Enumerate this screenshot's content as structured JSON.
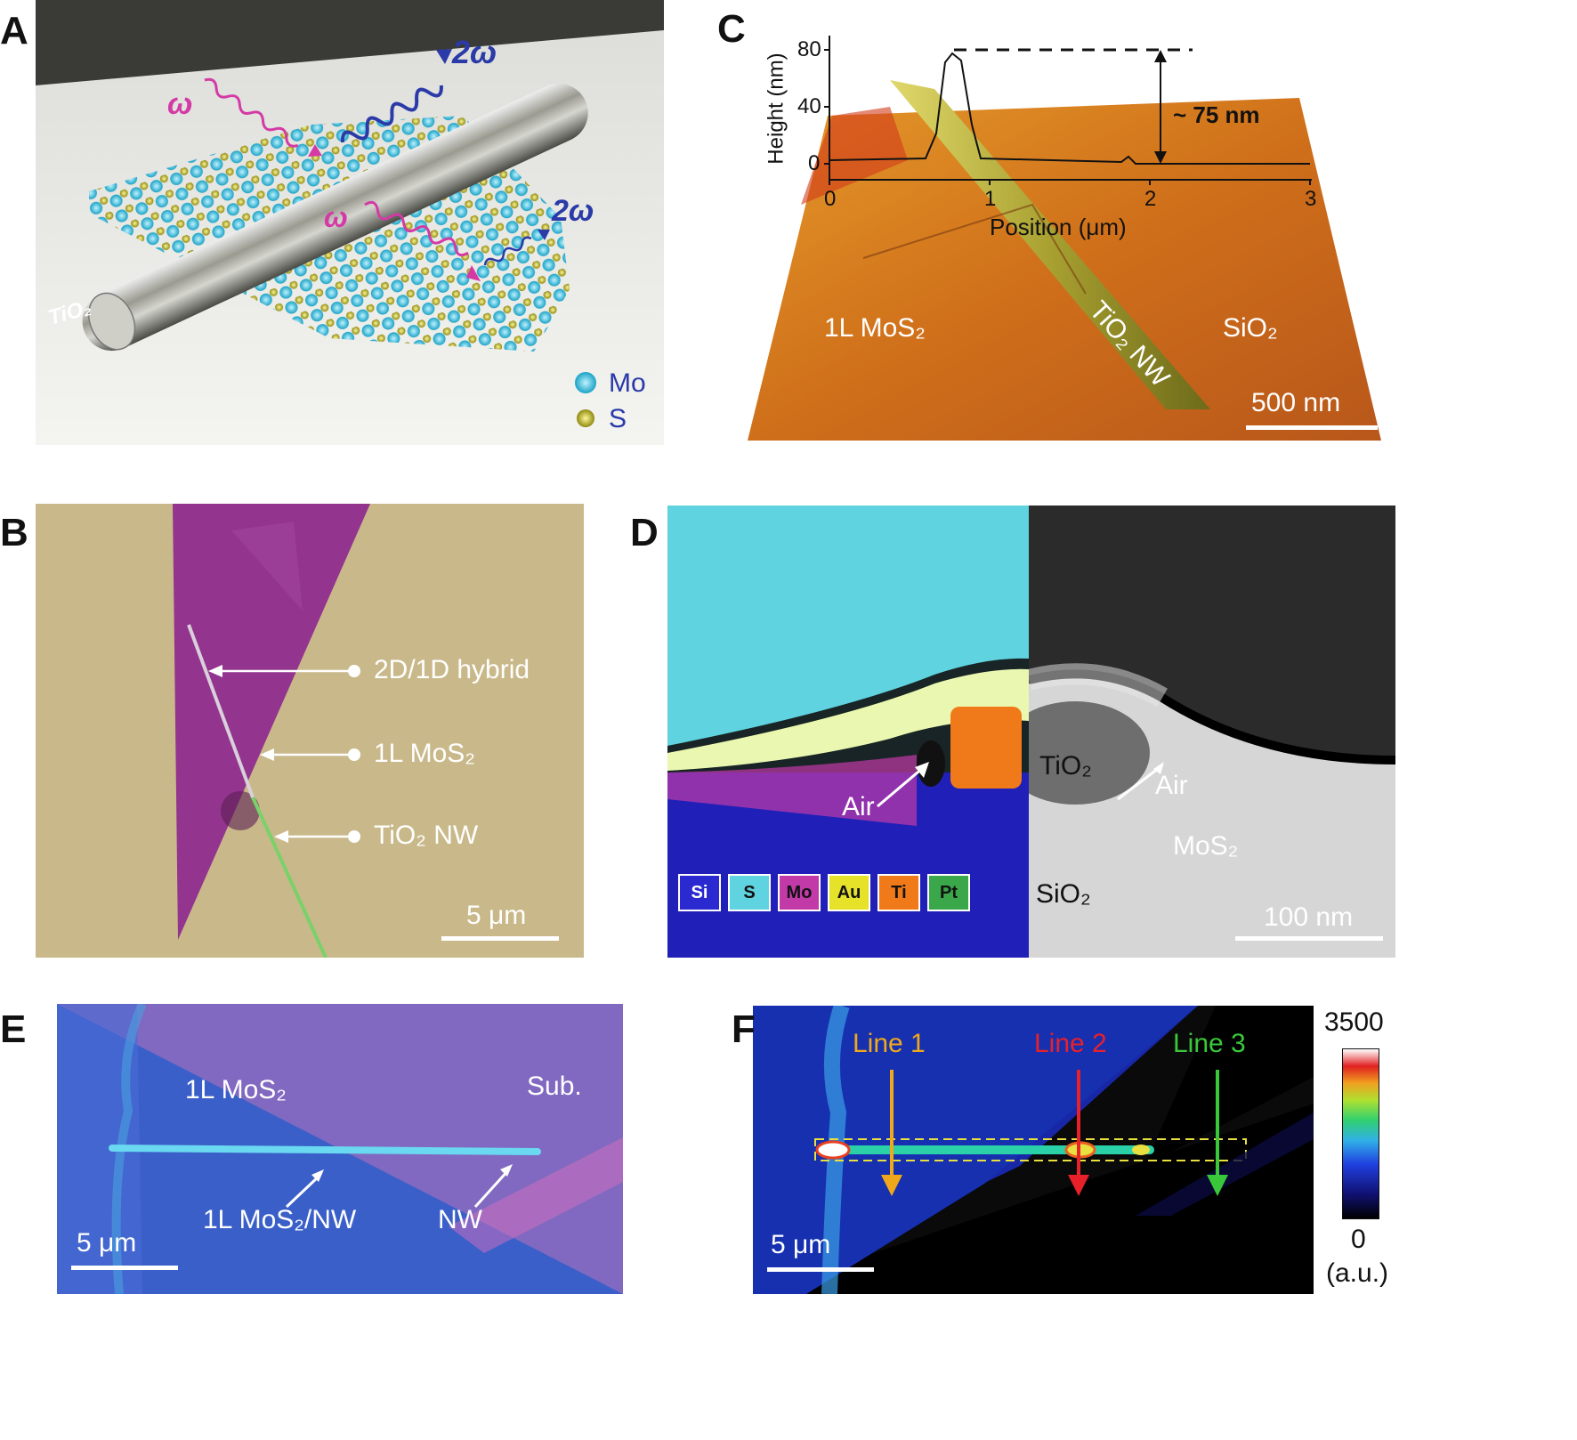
{
  "panels": {
    "a": {
      "letter": "A",
      "omega_in_1": "ω",
      "omega_out_1": "2ω",
      "omega_in_2": "ω",
      "omega_out_2": "2ω",
      "rod_label": "TiO₂",
      "legend_mo": "Mo",
      "legend_s": "S",
      "colors": {
        "mo": "#2bb5d6",
        "s": "#c9c02a",
        "in_wave": "#d43aa6",
        "out_wave": "#2a3aa8"
      }
    },
    "b": {
      "letter": "B",
      "label_hybrid": "2D/1D hybrid",
      "label_mos2": "1L MoS₂",
      "label_nw": "TiO₂ NW",
      "scale_bar": "5 μm",
      "colors": {
        "substrate": "#c9b98a",
        "flake": "#93348e",
        "wire": "#7ad16a"
      }
    },
    "c": {
      "letter": "C",
      "y_axis_label": "Height (nm)",
      "x_axis_label": "Position (μm)",
      "y_ticks": [
        "80",
        "40",
        "0"
      ],
      "x_ticks": [
        "0",
        "1",
        "2",
        "3"
      ],
      "height_annotation": "~ 75 nm",
      "label_mos2": "1L MoS₂",
      "label_nw": "TiO₂ NW",
      "label_sio2": "SiO₂",
      "scale_bar": "500 nm",
      "colors": {
        "surface": "#d9861f",
        "wire": "#c9c03a"
      }
    },
    "d": {
      "letter": "D",
      "legend": [
        "Si",
        "S",
        "Mo",
        "Au",
        "Ti",
        "Pt"
      ],
      "legend_colors": [
        "#2a2ad0",
        "#5fd3df",
        "#c23aa8",
        "#e6e22a",
        "#f07a1a",
        "#3aa84a"
      ],
      "air_left": "Air",
      "tio2": "TiO₂",
      "air_right": "Air",
      "mos2": "MoS₂",
      "sio2": "SiO₂",
      "scale_bar": "100 nm"
    },
    "e": {
      "letter": "E",
      "label_mos2": "1L MoS₂",
      "label_sub": "Sub.",
      "label_hybrid": "1L MoS₂/NW",
      "label_nw": "NW",
      "scale_bar": "5 μm"
    },
    "f": {
      "letter": "F",
      "line1": "Line 1",
      "line2": "Line 2",
      "line3": "Line 3",
      "scale_bar": "5 μm",
      "colorbar_max": "3500",
      "colorbar_min": "0",
      "colorbar_unit": "(a.u.)",
      "colors": {
        "line1": "#f0a81a",
        "line2": "#e8202a",
        "line3": "#3ac83a"
      }
    }
  }
}
